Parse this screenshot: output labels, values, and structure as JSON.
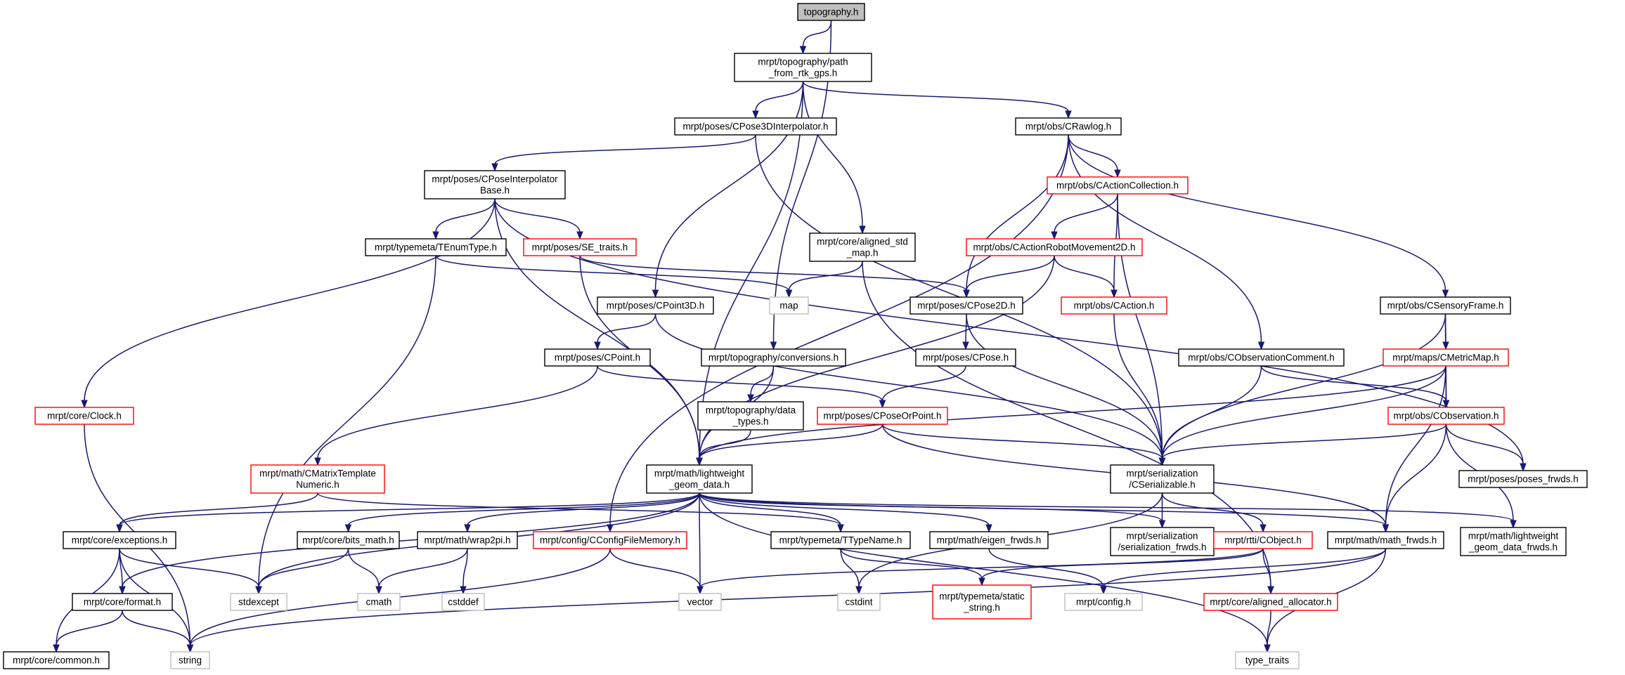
{
  "colors": {
    "edge": "#191970",
    "border_black": "#000000",
    "border_red": "#ff0000",
    "border_gray": "#bfbfbf",
    "root_fill": "#bfbfbf",
    "fill": "#ffffff"
  },
  "nodes": [
    {
      "id": "topography_h",
      "lines": [
        "topography.h"
      ],
      "style": "root"
    },
    {
      "id": "path_from_rtk_gps",
      "lines": [
        "mrpt/topography/path",
        "_from_rtk_gps.h"
      ],
      "style": "black"
    },
    {
      "id": "cpose3dinterpolator",
      "lines": [
        "mrpt/poses/CPose3DInterpolator.h"
      ],
      "style": "black"
    },
    {
      "id": "crawlog",
      "lines": [
        "mrpt/obs/CRawlog.h"
      ],
      "style": "black"
    },
    {
      "id": "cposeinterpolatorbase",
      "lines": [
        "mrpt/poses/CPoseInterpolator",
        "Base.h"
      ],
      "style": "black"
    },
    {
      "id": "cactioncollection",
      "lines": [
        "mrpt/obs/CActionCollection.h"
      ],
      "style": "red"
    },
    {
      "id": "tenumtype",
      "lines": [
        "mrpt/typemeta/TEnumType.h"
      ],
      "style": "black"
    },
    {
      "id": "se_traits",
      "lines": [
        "mrpt/poses/SE_traits.h"
      ],
      "style": "red"
    },
    {
      "id": "aligned_std_map",
      "lines": [
        "mrpt/core/aligned_std",
        "_map.h"
      ],
      "style": "black"
    },
    {
      "id": "cactionrobotmovement2d",
      "lines": [
        "mrpt/obs/CActionRobotMovement2D.h"
      ],
      "style": "red"
    },
    {
      "id": "map",
      "lines": [
        "map"
      ],
      "style": "gray"
    },
    {
      "id": "cpoint3d",
      "lines": [
        "mrpt/poses/CPoint3D.h"
      ],
      "style": "black"
    },
    {
      "id": "cpose2d",
      "lines": [
        "mrpt/poses/CPose2D.h"
      ],
      "style": "black"
    },
    {
      "id": "caction",
      "lines": [
        "mrpt/obs/CAction.h"
      ],
      "style": "red"
    },
    {
      "id": "csensoryframe",
      "lines": [
        "mrpt/obs/CSensoryFrame.h"
      ],
      "style": "black"
    },
    {
      "id": "cpoint",
      "lines": [
        "mrpt/poses/CPoint.h"
      ],
      "style": "black"
    },
    {
      "id": "conversions",
      "lines": [
        "mrpt/topography/conversions.h"
      ],
      "style": "black"
    },
    {
      "id": "cpose",
      "lines": [
        "mrpt/poses/CPose.h"
      ],
      "style": "black"
    },
    {
      "id": "cobservationcomment",
      "lines": [
        "mrpt/obs/CObservationComment.h"
      ],
      "style": "black"
    },
    {
      "id": "cmetricmap",
      "lines": [
        "mrpt/maps/CMetricMap.h"
      ],
      "style": "red"
    },
    {
      "id": "clock",
      "lines": [
        "mrpt/core/Clock.h"
      ],
      "style": "red"
    },
    {
      "id": "data_types",
      "lines": [
        "mrpt/topography/data",
        "_types.h"
      ],
      "style": "black"
    },
    {
      "id": "cposeorpoint",
      "lines": [
        "mrpt/poses/CPoseOrPoint.h"
      ],
      "style": "red"
    },
    {
      "id": "cobservation",
      "lines": [
        "mrpt/obs/CObservation.h"
      ],
      "style": "red"
    },
    {
      "id": "cmatrixtemplatenumeric",
      "lines": [
        "mrpt/math/CMatrixTemplate",
        "Numeric.h"
      ],
      "style": "red"
    },
    {
      "id": "lightweight_geom_data",
      "lines": [
        "mrpt/math/lightweight",
        "_geom_data.h"
      ],
      "style": "black"
    },
    {
      "id": "cserializable",
      "lines": [
        "mrpt/serialization",
        "/CSerializable.h"
      ],
      "style": "black"
    },
    {
      "id": "poses_frwds",
      "lines": [
        "mrpt/poses/poses_frwds.h"
      ],
      "style": "black"
    },
    {
      "id": "exceptions",
      "lines": [
        "mrpt/core/exceptions.h"
      ],
      "style": "black"
    },
    {
      "id": "bits_math",
      "lines": [
        "mrpt/core/bits_math.h"
      ],
      "style": "black"
    },
    {
      "id": "wrap2pi",
      "lines": [
        "mrpt/math/wrap2pi.h"
      ],
      "style": "black"
    },
    {
      "id": "cconfigfilememory",
      "lines": [
        "mrpt/config/CConfigFileMemory.h"
      ],
      "style": "red"
    },
    {
      "id": "ttypename",
      "lines": [
        "mrpt/typemeta/TTypeName.h"
      ],
      "style": "black"
    },
    {
      "id": "eigen_frwds",
      "lines": [
        "mrpt/math/eigen_frwds.h"
      ],
      "style": "black"
    },
    {
      "id": "serialization_frwds",
      "lines": [
        "mrpt/serialization",
        "/serialization_frwds.h"
      ],
      "style": "black"
    },
    {
      "id": "cobject",
      "lines": [
        "mrpt/rtti/CObject.h"
      ],
      "style": "red"
    },
    {
      "id": "math_frwds",
      "lines": [
        "mrpt/math/math_frwds.h"
      ],
      "style": "black"
    },
    {
      "id": "lightweight_geom_data_frwds",
      "lines": [
        "mrpt/math/lightweight",
        "_geom_data_frwds.h"
      ],
      "style": "black"
    },
    {
      "id": "format",
      "lines": [
        "mrpt/core/format.h"
      ],
      "style": "black"
    },
    {
      "id": "stdexcept",
      "lines": [
        "stdexcept"
      ],
      "style": "gray"
    },
    {
      "id": "cmath",
      "lines": [
        "cmath"
      ],
      "style": "gray"
    },
    {
      "id": "cstddef",
      "lines": [
        "cstddef"
      ],
      "style": "gray"
    },
    {
      "id": "vector",
      "lines": [
        "vector"
      ],
      "style": "gray"
    },
    {
      "id": "cstdint",
      "lines": [
        "cstdint"
      ],
      "style": "gray"
    },
    {
      "id": "static_string",
      "lines": [
        "mrpt/typemeta/static",
        "_string.h"
      ],
      "style": "red"
    },
    {
      "id": "config_h",
      "lines": [
        "mrpt/config.h"
      ],
      "style": "gray"
    },
    {
      "id": "aligned_allocator",
      "lines": [
        "mrpt/core/aligned_allocator.h"
      ],
      "style": "red"
    },
    {
      "id": "common",
      "lines": [
        "mrpt/core/common.h"
      ],
      "style": "black"
    },
    {
      "id": "string",
      "lines": [
        "string"
      ],
      "style": "gray"
    },
    {
      "id": "type_traits",
      "lines": [
        "type_traits"
      ],
      "style": "gray"
    }
  ],
  "edges": [
    [
      "topography_h",
      "path_from_rtk_gps"
    ],
    [
      "topography_h",
      "conversions"
    ],
    [
      "path_from_rtk_gps",
      "cpose3dinterpolator"
    ],
    [
      "path_from_rtk_gps",
      "crawlog"
    ],
    [
      "path_from_rtk_gps",
      "cpoint3d"
    ],
    [
      "path_from_rtk_gps",
      "aligned_std_map"
    ],
    [
      "path_from_rtk_gps",
      "lightweight_geom_data"
    ],
    [
      "cpose3dinterpolator",
      "cposeinterpolatorbase"
    ],
    [
      "cpose3dinterpolator",
      "cserializable"
    ],
    [
      "crawlog",
      "cactioncollection"
    ],
    [
      "crawlog",
      "cpose2d"
    ],
    [
      "crawlog",
      "cobservationcomment"
    ],
    [
      "crawlog",
      "csensoryframe"
    ],
    [
      "crawlog",
      "cconfigfilememory"
    ],
    [
      "cposeinterpolatorbase",
      "tenumtype"
    ],
    [
      "cposeinterpolatorbase",
      "se_traits"
    ],
    [
      "cposeinterpolatorbase",
      "clock"
    ],
    [
      "cposeinterpolatorbase",
      "lightweight_geom_data"
    ],
    [
      "cposeinterpolatorbase",
      "poses_frwds"
    ],
    [
      "tenumtype",
      "map"
    ],
    [
      "tenumtype",
      "stdexcept"
    ],
    [
      "se_traits",
      "cpose2d"
    ],
    [
      "se_traits",
      "lightweight_geom_data"
    ],
    [
      "aligned_std_map",
      "map"
    ],
    [
      "aligned_std_map",
      "aligned_allocator"
    ],
    [
      "cactioncollection",
      "cactionrobotmovement2d"
    ],
    [
      "cactioncollection",
      "caction"
    ],
    [
      "cactioncollection",
      "cserializable"
    ],
    [
      "cactionrobotmovement2d",
      "cpose2d"
    ],
    [
      "cactionrobotmovement2d",
      "caction"
    ],
    [
      "cactionrobotmovement2d",
      "lightweight_geom_data"
    ],
    [
      "cpoint3d",
      "cpoint"
    ],
    [
      "cpoint3d",
      "cserializable"
    ],
    [
      "cpose2d",
      "cpose"
    ],
    [
      "cpose2d",
      "cserializable"
    ],
    [
      "caction",
      "cserializable"
    ],
    [
      "csensoryframe",
      "cmetricmap"
    ],
    [
      "csensoryframe",
      "cobservation"
    ],
    [
      "csensoryframe",
      "cserializable"
    ],
    [
      "cpoint",
      "cposeorpoint"
    ],
    [
      "cpoint",
      "cmatrixtemplatenumeric"
    ],
    [
      "conversions",
      "data_types"
    ],
    [
      "conversions",
      "lightweight_geom_data"
    ],
    [
      "cpose",
      "cposeorpoint"
    ],
    [
      "cobservationcomment",
      "cobservation"
    ],
    [
      "cobservationcomment",
      "cserializable"
    ],
    [
      "cmetricmap",
      "cobservation"
    ],
    [
      "cmetricmap",
      "cserializable"
    ],
    [
      "cmetricmap",
      "lightweight_geom_data"
    ],
    [
      "cmetricmap",
      "math_frwds"
    ],
    [
      "clock",
      "string"
    ],
    [
      "data_types",
      "lightweight_geom_data"
    ],
    [
      "cposeorpoint",
      "lightweight_geom_data"
    ],
    [
      "cposeorpoint",
      "cserializable"
    ],
    [
      "cposeorpoint",
      "math_frwds"
    ],
    [
      "cobservation",
      "cserializable"
    ],
    [
      "cobservation",
      "poses_frwds"
    ],
    [
      "cobservation",
      "math_frwds"
    ],
    [
      "cobservation",
      "lightweight_geom_data_frwds"
    ],
    [
      "cmatrixtemplatenumeric",
      "exceptions"
    ],
    [
      "cmatrixtemplatenumeric",
      "ttypename"
    ],
    [
      "lightweight_geom_data",
      "exceptions"
    ],
    [
      "lightweight_geom_data",
      "bits_math"
    ],
    [
      "lightweight_geom_data",
      "wrap2pi"
    ],
    [
      "lightweight_geom_data",
      "ttypename"
    ],
    [
      "lightweight_geom_data",
      "eigen_frwds"
    ],
    [
      "lightweight_geom_data",
      "serialization_frwds"
    ],
    [
      "lightweight_geom_data",
      "math_frwds"
    ],
    [
      "lightweight_geom_data",
      "lightweight_geom_data_frwds"
    ],
    [
      "lightweight_geom_data",
      "format"
    ],
    [
      "lightweight_geom_data",
      "stdexcept"
    ],
    [
      "lightweight_geom_data",
      "vector"
    ],
    [
      "lightweight_geom_data",
      "type_traits"
    ],
    [
      "cserializable",
      "serialization_frwds"
    ],
    [
      "cserializable",
      "cobject"
    ],
    [
      "cserializable",
      "cstdint"
    ],
    [
      "exceptions",
      "format"
    ],
    [
      "exceptions",
      "stdexcept"
    ],
    [
      "exceptions",
      "string"
    ],
    [
      "exceptions",
      "common"
    ],
    [
      "bits_math",
      "cmath"
    ],
    [
      "bits_math",
      "stdexcept"
    ],
    [
      "wrap2pi",
      "cmath"
    ],
    [
      "wrap2pi",
      "cstddef"
    ],
    [
      "cconfigfilememory",
      "vector"
    ],
    [
      "cconfigfilememory",
      "string"
    ],
    [
      "ttypename",
      "cstdint"
    ],
    [
      "ttypename",
      "static_string"
    ],
    [
      "eigen_frwds",
      "config_h"
    ],
    [
      "cobject",
      "vector"
    ],
    [
      "cobject",
      "static_string"
    ],
    [
      "cobject",
      "aligned_allocator"
    ],
    [
      "math_frwds",
      "config_h"
    ],
    [
      "math_frwds",
      "string"
    ],
    [
      "math_frwds",
      "type_traits"
    ],
    [
      "format",
      "common"
    ],
    [
      "format",
      "string"
    ],
    [
      "aligned_allocator",
      "type_traits"
    ]
  ]
}
